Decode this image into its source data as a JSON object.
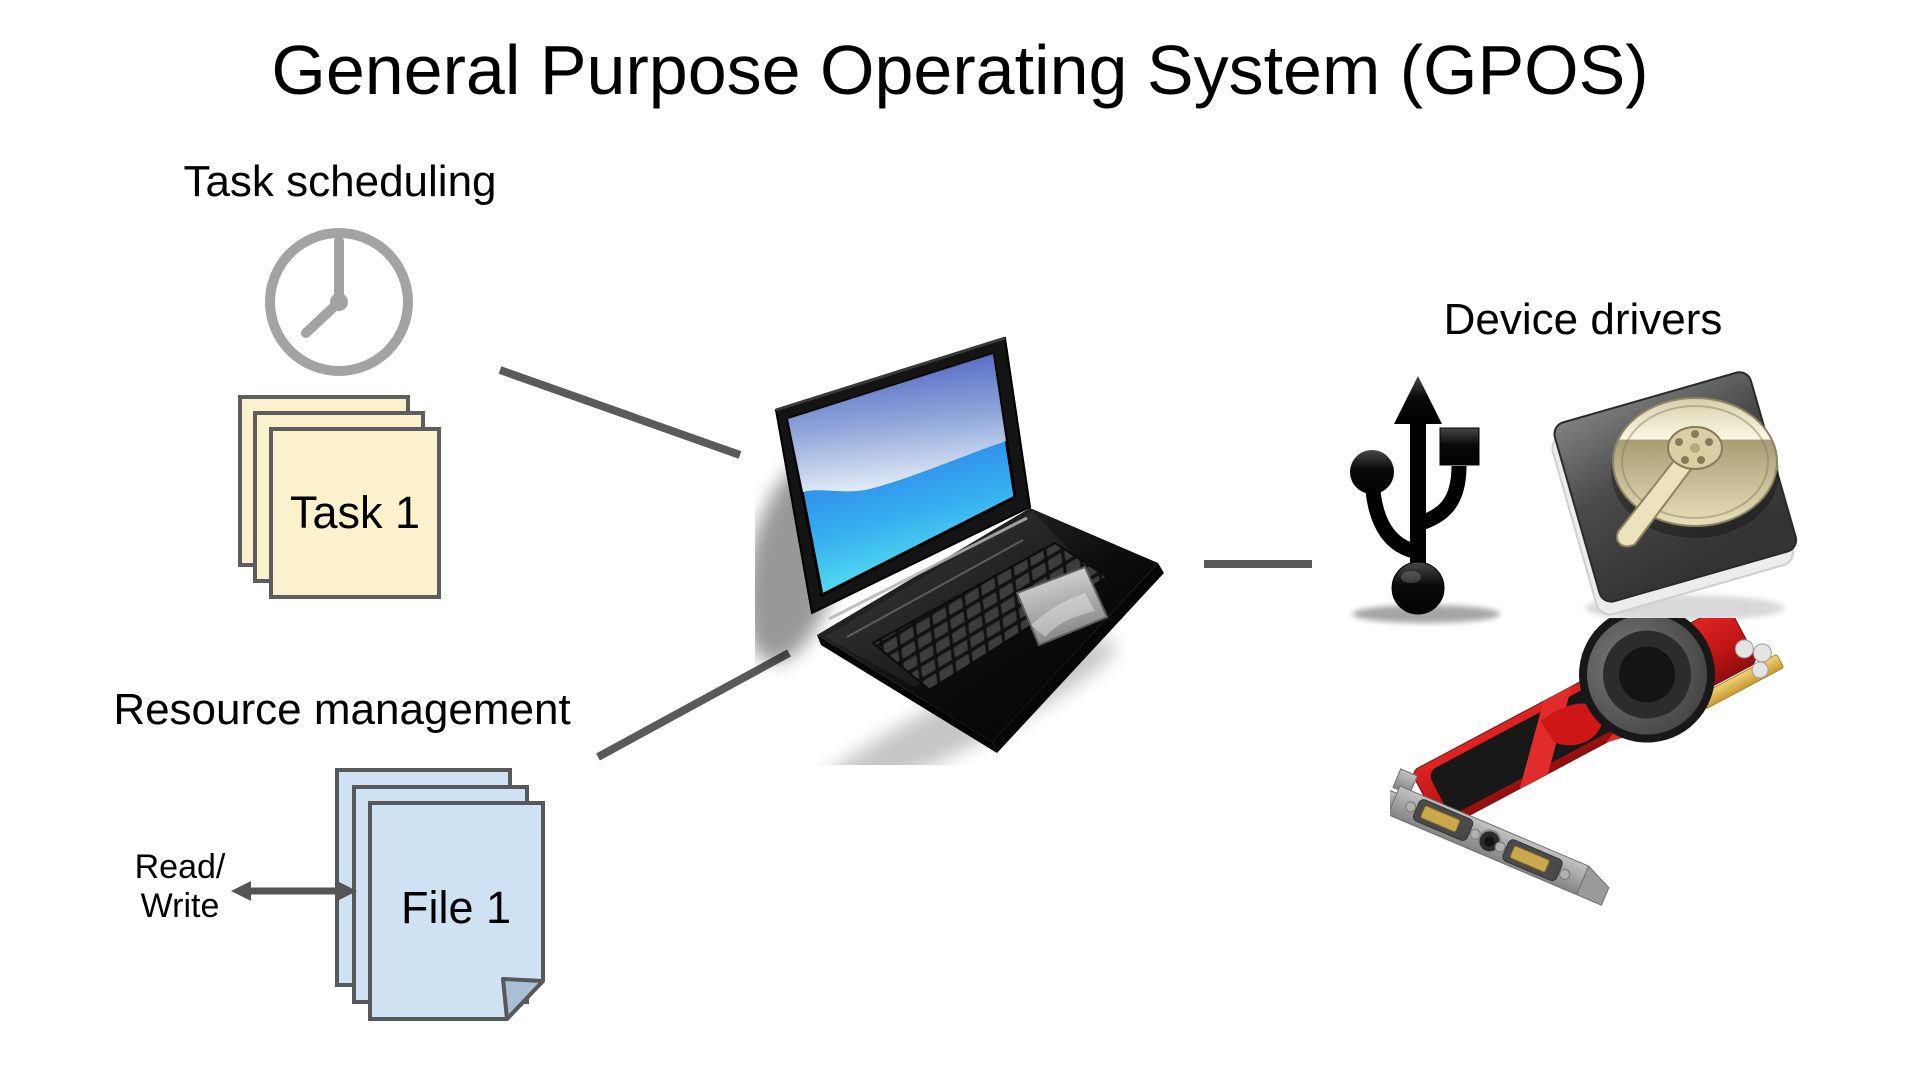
{
  "title": "General Purpose Operating System (GPOS)",
  "labels": {
    "task_scheduling": "Task scheduling",
    "resource_management": "Resource management",
    "device_drivers": "Device drivers",
    "task_card": "Task 1",
    "file_card": "File 1",
    "read_write_line1": "Read/",
    "read_write_line2": "Write"
  },
  "icons": {
    "task_scheduling": "clock-icon",
    "task_stack": "task-paper-stack",
    "resource_management": "file-paper-stack",
    "io_arrow": "double-headed-arrow",
    "center": "laptop-icon",
    "device_drivers": [
      "usb-symbol-icon",
      "hard-drive-icon",
      "graphics-card-icon"
    ]
  },
  "connections": [
    {
      "from": "task-stack",
      "to": "laptop"
    },
    {
      "from": "file-stack",
      "to": "laptop"
    },
    {
      "from": "laptop",
      "to": "device-drivers"
    }
  ],
  "colors": {
    "background": "#ffffff",
    "text": "#000000",
    "connector_line": "#5a5a5a",
    "task_card_fill": "#fcf1cd",
    "task_card_border": "#5d5e60",
    "file_card_fill": "#cfe2f3",
    "file_card_border": "#57585a",
    "clock_stroke": "#a3a3a3",
    "laptop_screen_blue": "#2f7be8",
    "usb_symbol": "#000000",
    "gpu_red": "#c81a1a",
    "gold_connector": "#e0b94f"
  }
}
